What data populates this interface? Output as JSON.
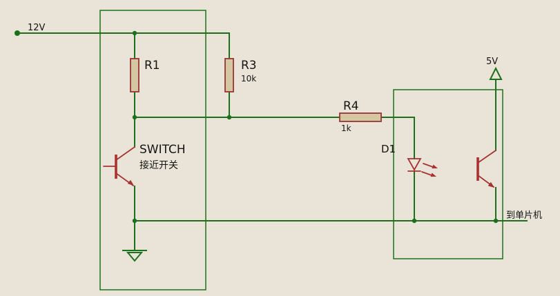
{
  "palette": {
    "background": "#e9e4d7",
    "wire_color": "#1b701b",
    "component_color": "#a83232",
    "resistor_fill": "#d5c7a1",
    "text_color": "#141414"
  },
  "labels": {
    "v12": "12V",
    "v5": "5V"
  },
  "components": {
    "r1": {
      "ref": "R1"
    },
    "r3": {
      "ref": "R3",
      "value": "10k"
    },
    "r4": {
      "ref": "R4",
      "value": "1k"
    },
    "q1": {
      "name": "SWITCH",
      "desc": "接近开关"
    },
    "d1": {
      "ref": "D1"
    }
  },
  "annotations": {
    "to_mcu": "到单片机"
  }
}
